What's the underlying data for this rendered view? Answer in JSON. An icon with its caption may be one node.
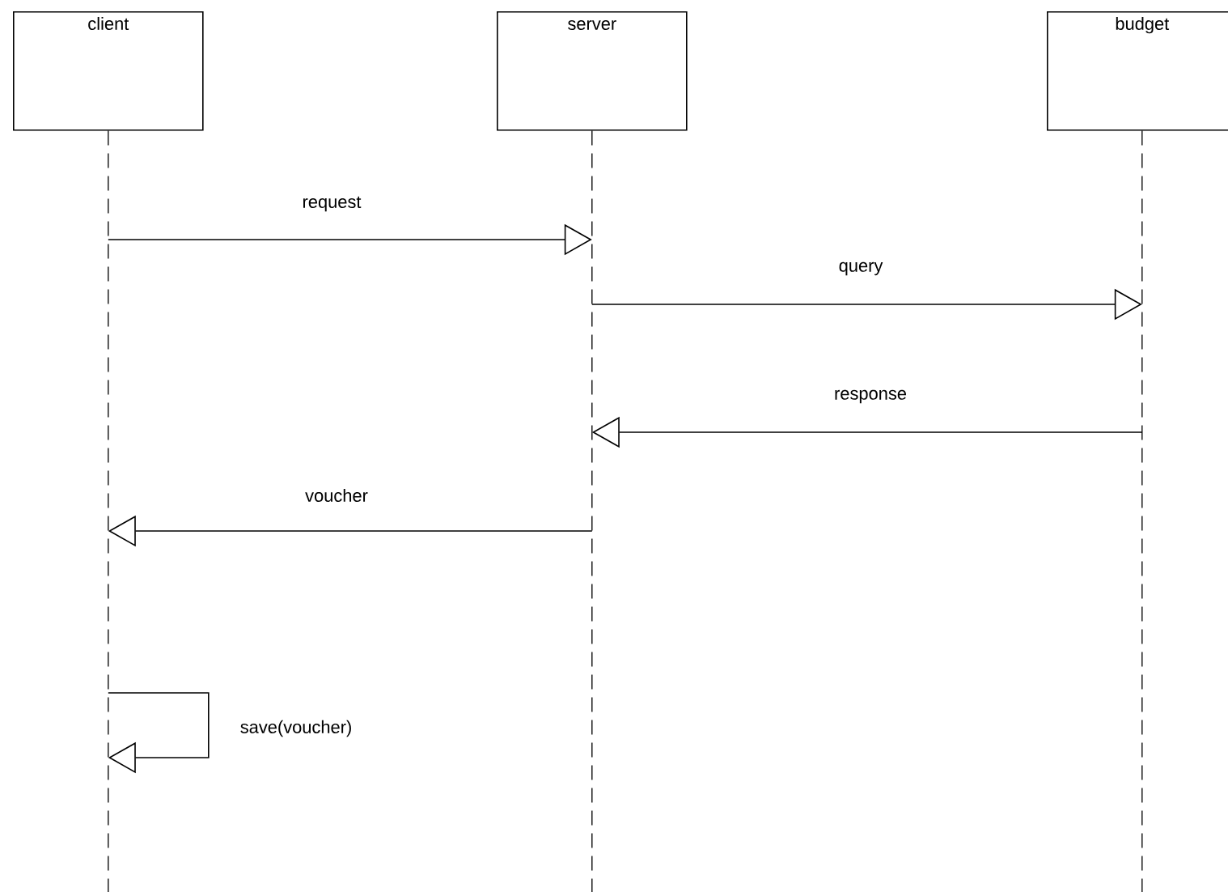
{
  "diagram": {
    "nodes": [
      {
        "text": [
          "client"
        ]
      },
      {
        "text": [
          "server"
        ]
      },
      {
        "text": [
          "budget"
        ]
      }
    ],
    "edges": [
      {
        "from": 0,
        "to": 1,
        "arrow": "to",
        "label": "request"
      },
      {
        "from": 1,
        "to": 2,
        "arrow": "to",
        "label": "query"
      },
      {
        "from": 2,
        "to": 1,
        "arrow": "to",
        "label": "response"
      },
      {
        "from": 1,
        "to": 0,
        "arrow": "to",
        "label": "voucher"
      },
      {
        "from": 0,
        "to": 0,
        "arrow": "to",
        "label": "save(voucher)"
      }
    ]
  }
}
